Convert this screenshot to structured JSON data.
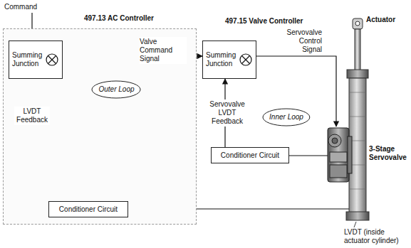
{
  "diagram": {
    "nodes": [
      {
        "text": [
          "497.13 AC Controller"
        ]
      },
      {
        "text": [
          "Summing Junction"
        ],
        "in": 0
      },
      {
        "text": [
          "Outer Loop"
        ],
        "in": 0
      },
      {
        "text": [
          "Conditioner Circuit"
        ],
        "in": 0
      },
      {
        "text": [
          "Summing Junction"
        ]
      },
      {
        "text": [
          "Inner Loop"
        ]
      },
      {
        "text": [
          "Conditioner Circuit"
        ]
      }
    ],
    "edges": [
      {
        "from": 1,
        "to": 4,
        "arrow": "to",
        "label": "Valve Command Signal"
      },
      {
        "from": 3,
        "to": 1,
        "arrow": "to",
        "label": "LVDT Feedback"
      },
      {
        "from": 6,
        "to": 4,
        "arrow": "to",
        "label": "Servovalve LVDT Feedback"
      }
    ],
    "labels": [
      "Command",
      "497.15 Valve Controller",
      "Servovalve Control Signal",
      "Actuator",
      "3-Stage Servovalve",
      "LVDT (inside actuator cylinder)"
    ]
  }
}
